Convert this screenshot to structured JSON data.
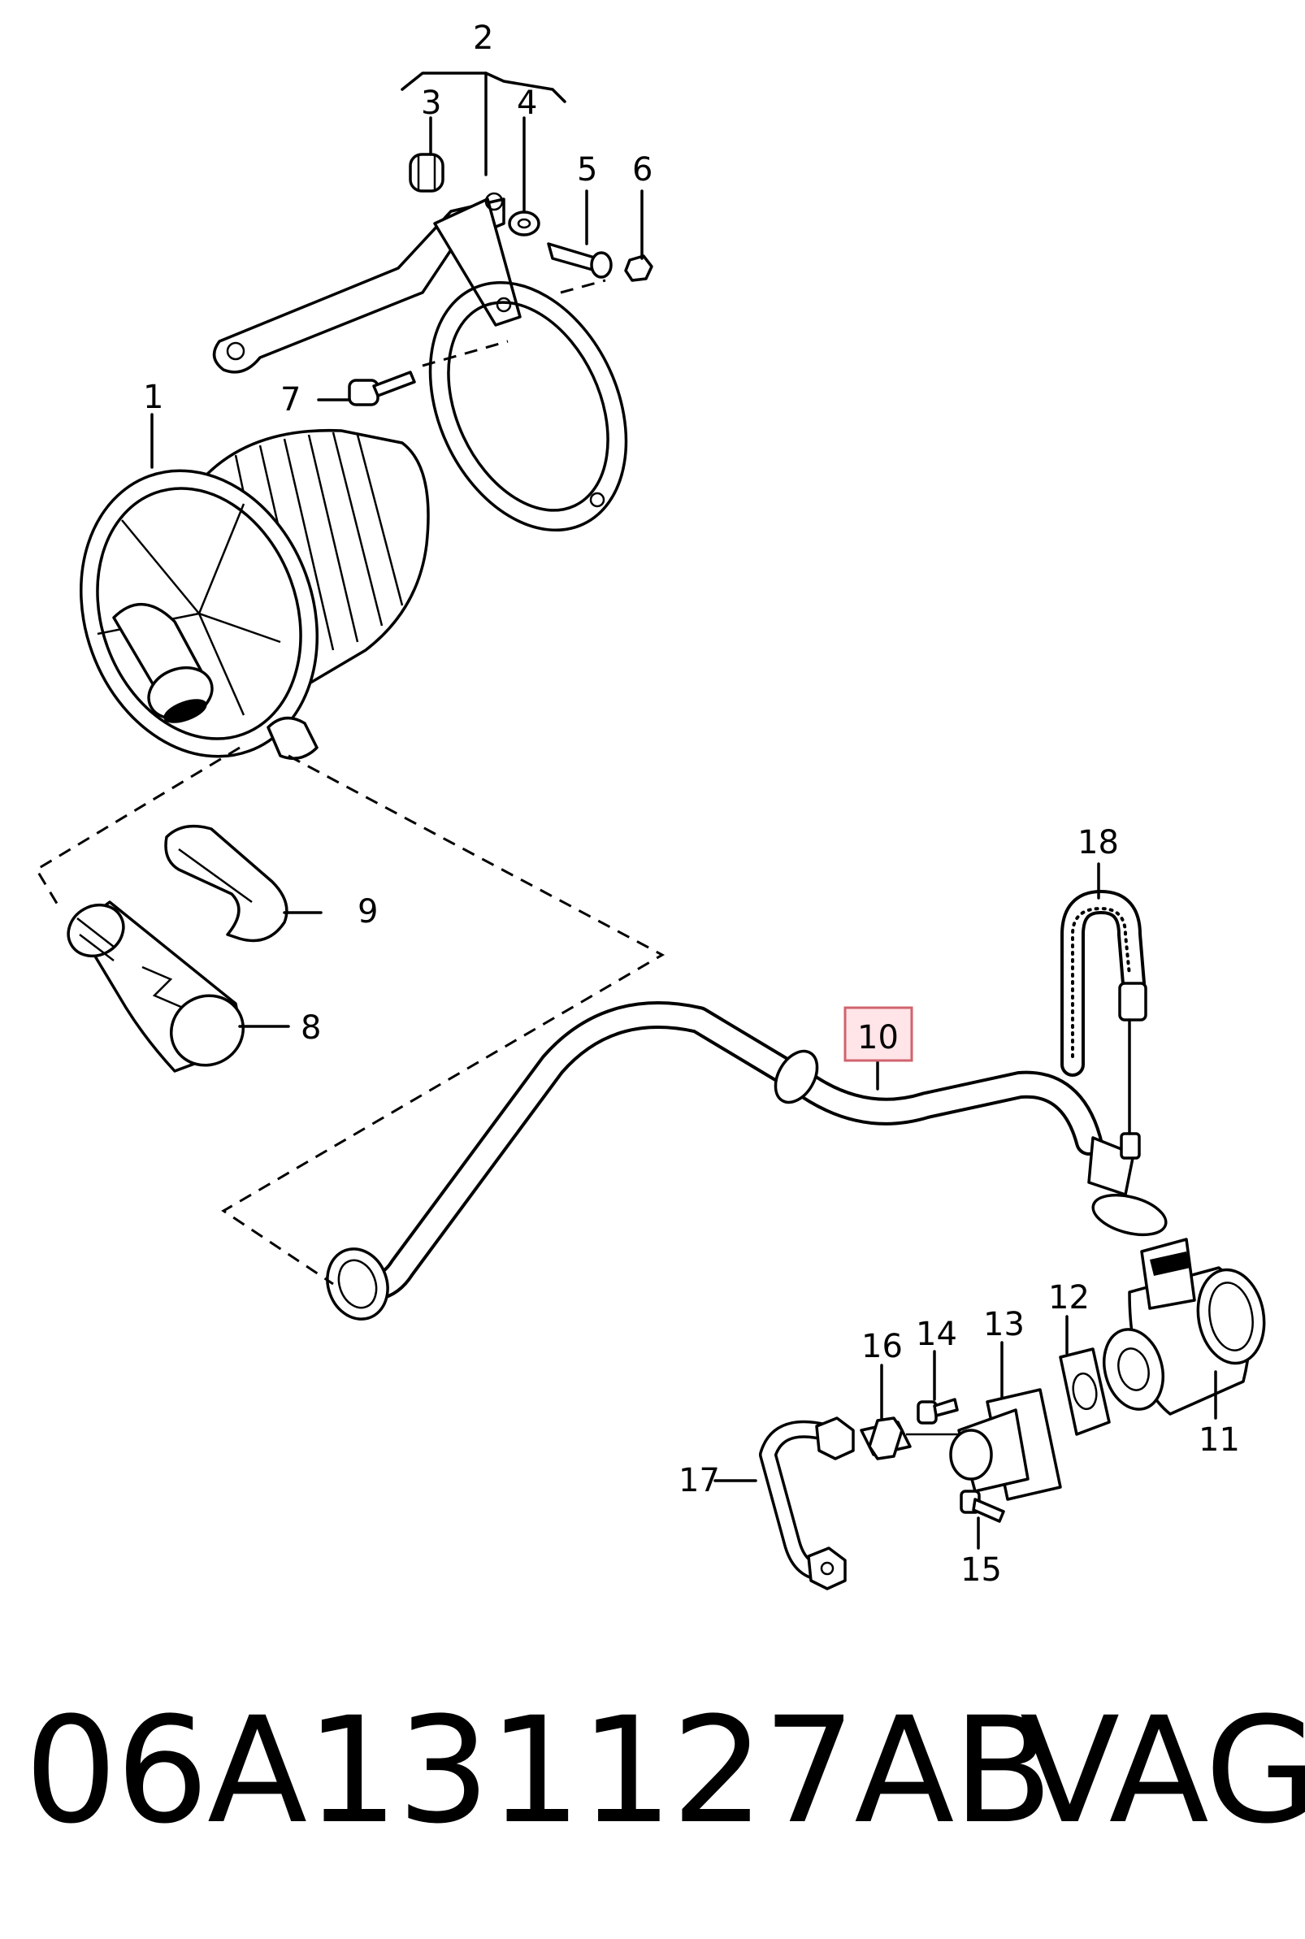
{
  "diagram": {
    "callouts": [
      {
        "id": "c1",
        "text": "1"
      },
      {
        "id": "c2",
        "text": "2"
      },
      {
        "id": "c3",
        "text": "3"
      },
      {
        "id": "c4",
        "text": "4"
      },
      {
        "id": "c5",
        "text": "5"
      },
      {
        "id": "c6",
        "text": "6"
      },
      {
        "id": "c7",
        "text": "7"
      },
      {
        "id": "c8",
        "text": "8"
      },
      {
        "id": "c9",
        "text": "9"
      },
      {
        "id": "c10",
        "text": "10",
        "highlighted": true
      },
      {
        "id": "c11",
        "text": "11"
      },
      {
        "id": "c12",
        "text": "12"
      },
      {
        "id": "c13",
        "text": "13"
      },
      {
        "id": "c14",
        "text": "14"
      },
      {
        "id": "c15",
        "text": "15"
      },
      {
        "id": "c16",
        "text": "16"
      },
      {
        "id": "c17",
        "text": "17"
      },
      {
        "id": "c18",
        "text": "18"
      }
    ],
    "highlight_color": "#d0646e"
  },
  "footer": {
    "part_number": "06A131127AB",
    "brand": "VAG"
  }
}
